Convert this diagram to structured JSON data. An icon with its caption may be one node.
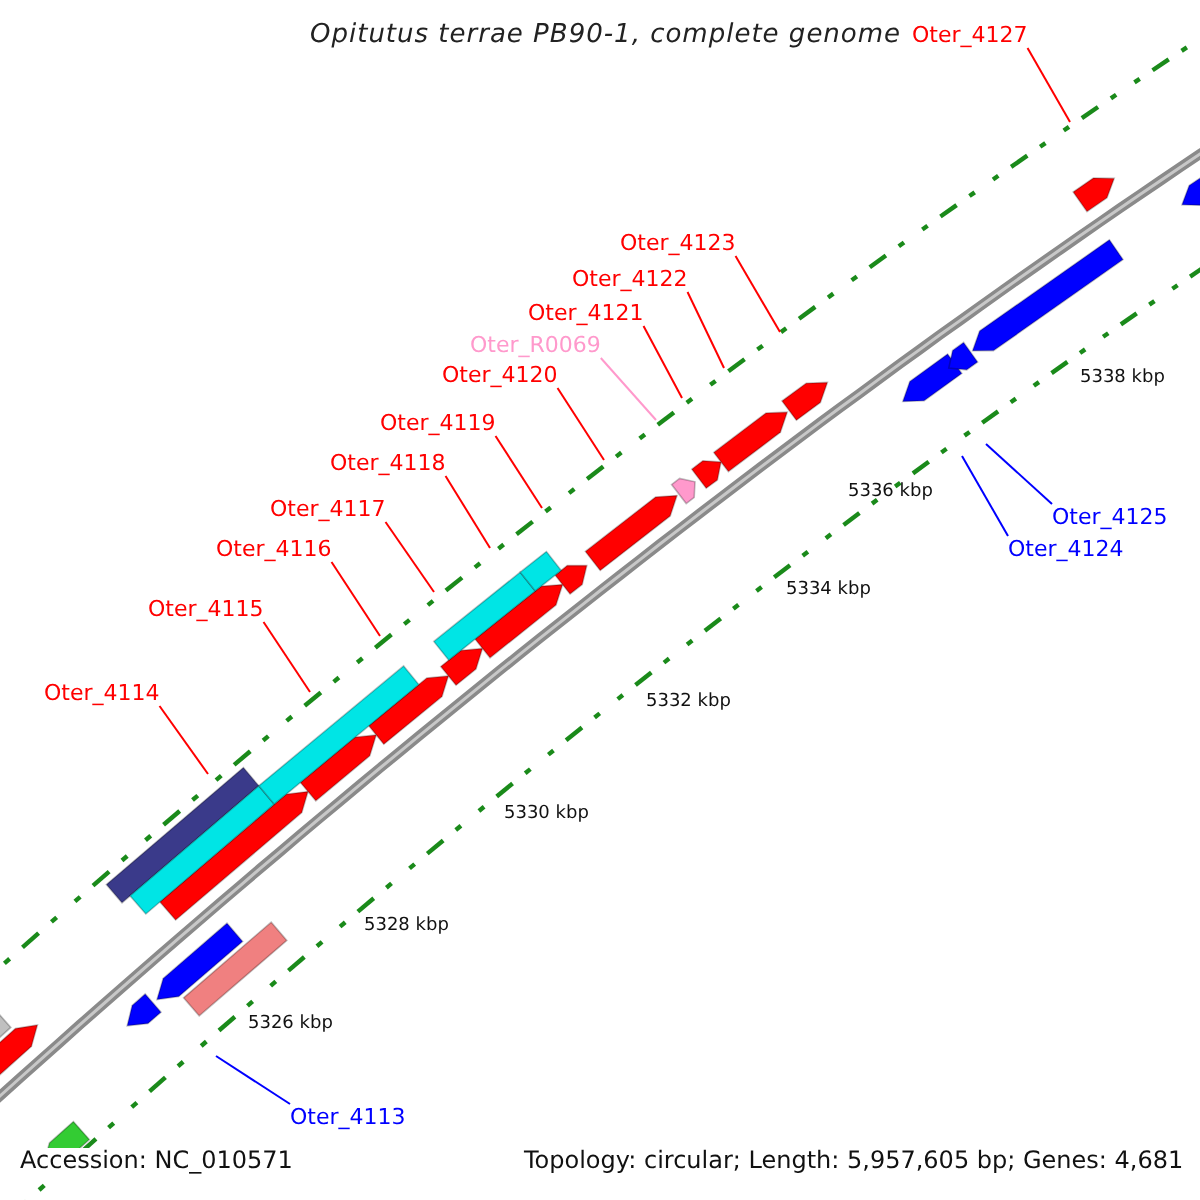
{
  "diagram": {
    "title": "Opitutus terrae PB90-1, complete genome",
    "nodes": [
      {
        "text": [
          "Oter_4127"
        ]
      },
      {
        "text": [
          "Oter_4123"
        ]
      },
      {
        "text": [
          "Oter_4122"
        ]
      },
      {
        "text": [
          "Oter_4121"
        ]
      },
      {
        "text": [
          "Oter_R0069"
        ]
      },
      {
        "text": [
          "Oter_4120"
        ]
      },
      {
        "text": [
          "Oter_4119"
        ]
      },
      {
        "text": [
          "Oter_4118"
        ]
      },
      {
        "text": [
          "Oter_4117"
        ]
      },
      {
        "text": [
          "Oter_4125"
        ]
      },
      {
        "text": [
          "Oter_4116"
        ]
      },
      {
        "text": [
          "Oter_4124"
        ]
      },
      {
        "text": [
          "Oter_4115"
        ]
      },
      {
        "text": [
          "Oter_4114"
        ]
      },
      {
        "text": [
          "Oter_4113"
        ]
      }
    ],
    "edges": [
      {
        "from": 0,
        "to": null,
        "arrow": "none"
      },
      {
        "from": 1,
        "to": null,
        "arrow": "none"
      },
      {
        "from": 2,
        "to": null,
        "arrow": "none"
      },
      {
        "from": 3,
        "to": null,
        "arrow": "none"
      },
      {
        "from": 4,
        "to": null,
        "arrow": "none",
        "color": "#ff99cc"
      },
      {
        "from": 5,
        "to": null,
        "arrow": "none"
      },
      {
        "from": 6,
        "to": null,
        "arrow": "none"
      },
      {
        "from": 7,
        "to": null,
        "arrow": "none"
      },
      {
        "from": 8,
        "to": null,
        "arrow": "none"
      },
      {
        "from": 9,
        "to": null,
        "arrow": "none",
        "color": "#0000ff"
      },
      {
        "from": 10,
        "to": null,
        "arrow": "none"
      },
      {
        "from": 11,
        "to": null,
        "arrow": "none",
        "color": "#0000ff"
      },
      {
        "from": 12,
        "to": null,
        "arrow": "none"
      },
      {
        "from": 13,
        "to": null,
        "arrow": "none"
      },
      {
        "from": 14,
        "to": null,
        "arrow": "none",
        "color": "#0000ff"
      }
    ],
    "labels": [
      "5338 kbp",
      "5336 kbp",
      "5334 kbp",
      "5332 kbp",
      "5330 kbp",
      "5328 kbp",
      "5326 kbp",
      "Accession: NC_010571",
      "Topology: circular; Length: 5,957,605 bp; Genes: 4,681"
    ]
  }
}
